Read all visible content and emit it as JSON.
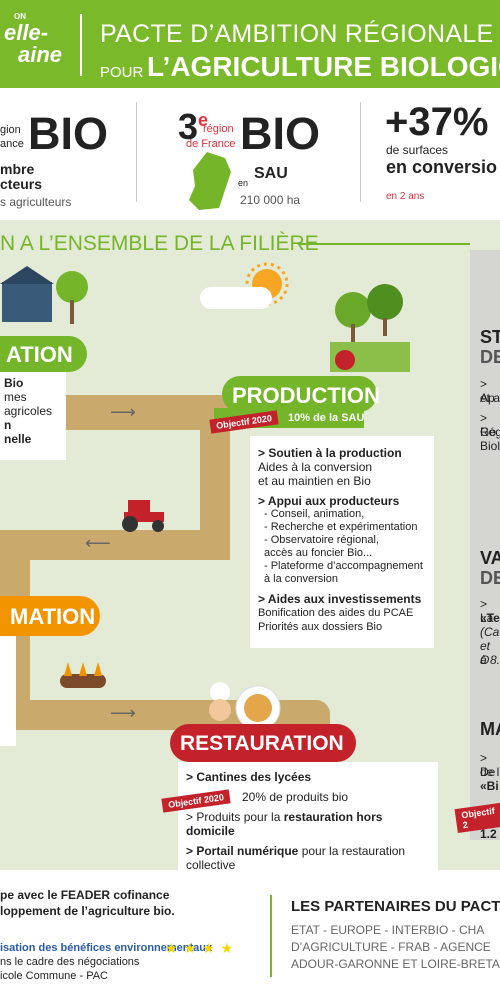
{
  "header": {
    "logo_top": "ON",
    "logo_line1": "elle-",
    "logo_line2": "aine",
    "title_line1": "PACTE D’AMBITION RÉGIONALE",
    "title_pour": "POUR",
    "title_line2": "L’AGRICULTURE BIOLOGIQ"
  },
  "stats": {
    "s1": {
      "region": "gion",
      "france": "ance",
      "bio": "BIO",
      "line1": "mbre",
      "line2": "cteurs",
      "line3": "s agriculteurs"
    },
    "s2": {
      "rank": "3",
      "sup": "e",
      "region": "région",
      "france": "de France",
      "bio": "BIO",
      "en": "en",
      "sau": "SAU",
      "area": "210 000 ha"
    },
    "s3": {
      "value": "+37%",
      "line1": "de surfaces",
      "line2": "en conversio",
      "line3": "en 2 ans"
    }
  },
  "banner": {
    "title": "N A L’ENSEMBLE DE LA FILIÈRE"
  },
  "formation": {
    "label": "ATION",
    "lines": [
      "Bio",
      "mes",
      "agricoles",
      "n",
      "nelle"
    ]
  },
  "production": {
    "label": "PRODUCTION",
    "objective_tag": "Objectif 2020",
    "objective_value": "10% de la SAU",
    "items": [
      {
        "title": "> Soutien à la production",
        "text": "Aides à la conversion\net au maintien en Bio"
      },
      {
        "title": "> Appui aux producteurs",
        "text": "- Conseil, animation,\n- Recherche et expérimentation\n- Observatoire régional,\naccès au foncier Bio...\n- Plateforme d’accompagnement\nà la conversion"
      },
      {
        "title": "> Aides aux investissements",
        "text": "Bonification des aides du PCAE\nPriorités aux dossiers Bio"
      }
    ]
  },
  "transformation": {
    "label": "MATION"
  },
  "restauration": {
    "label": "RESTAURATION",
    "item1": "> Cantines des lycées",
    "objective_tag": "Objectif 2020",
    "objective_value": "20% de produits bio",
    "item2_pre": "> Produits pour la ",
    "item2_b": "restauration hors domicile",
    "item3_b": "> Portail numérique",
    "item3_post": " pour la restauration\ncollective"
  },
  "right": {
    "st": "ST",
    "de1": "DE",
    "r1": "> Ap",
    "r2": "et a",
    "r3": "> Go",
    "r4": "Rég",
    "r5": "Biol",
    "va": "VA",
    "de2": "DE",
    "r6": "> La",
    "r7": "«Te",
    "r8": "(Ca",
    "r9": "et O",
    "r10": "à 8.",
    "ma": "MA",
    "r11": "> De",
    "r12": "de l",
    "r13": "«Bi",
    "obj": "Objectif 2",
    "r14": "1.2"
  },
  "bottom": {
    "l1": "pe avec le FEADER cofinance",
    "l2": "loppement de l’agriculture bio.",
    "l3": "isation des bénéfices environnementaux",
    "l4": "ns le cadre des négociations",
    "l5": "icole Commune - PAC",
    "partners_title": "LES PARTENAIRES DU PACTE",
    "p1": "ETAT - EUROPE - INTERBIO - CHA",
    "p2": "D’AGRICULTURE - FRAB - AGENCE",
    "p3": "ADOUR-GARONNE ET LOIRE-BRETA"
  }
}
